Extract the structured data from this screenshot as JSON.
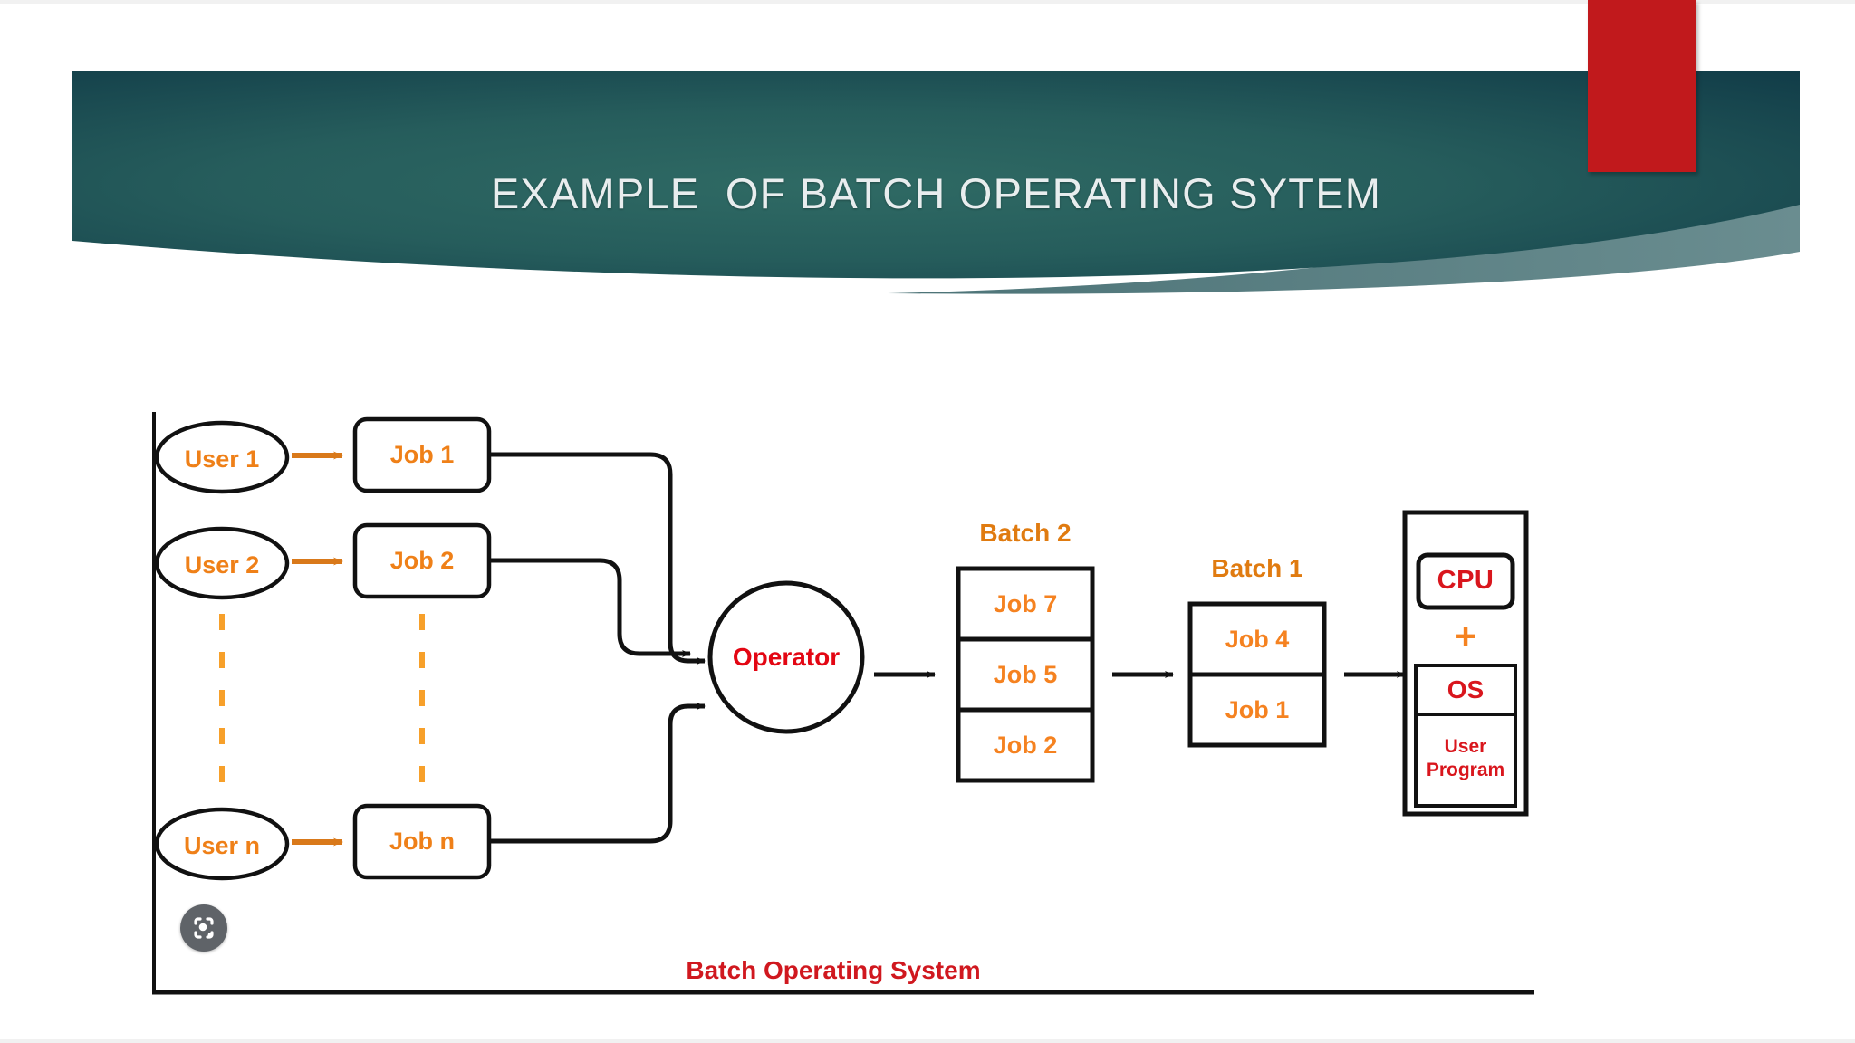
{
  "slide": {
    "title": "EXAMPLE  OF BATCH OPERATING SYTEM",
    "accent_colors": {
      "banner_dark_teal": "#123f4a",
      "banner_mid_teal": "#2c615e",
      "banner_light_sliver": "#5d8084",
      "red_bar": "#c1191c",
      "orange": "#f58220",
      "red_text": "#d9161d"
    }
  },
  "diagram": {
    "caption": "Batch Operating System",
    "users": [
      {
        "label": "User 1"
      },
      {
        "label": "User 2"
      },
      {
        "label": "User n"
      }
    ],
    "jobs": [
      {
        "label": "Job 1"
      },
      {
        "label": "Job 2"
      },
      {
        "label": "Job n"
      }
    ],
    "ellipsis_marker": "vertical-orange-dashed",
    "operator": {
      "label": "Operator"
    },
    "batches": [
      {
        "title": "Batch 2",
        "jobs": [
          "Job 7",
          "Job 5",
          "Job 2"
        ]
      },
      {
        "title": "Batch 1",
        "jobs": [
          "Job 4",
          "Job 1"
        ]
      }
    ],
    "machine": {
      "cpu_label": "CPU",
      "plus_symbol": "+",
      "os_label": "OS",
      "user_program_line1": "User",
      "user_program_line2": "Program"
    }
  },
  "overlay": {
    "lens_button_name": "visual-search-lens-button"
  }
}
